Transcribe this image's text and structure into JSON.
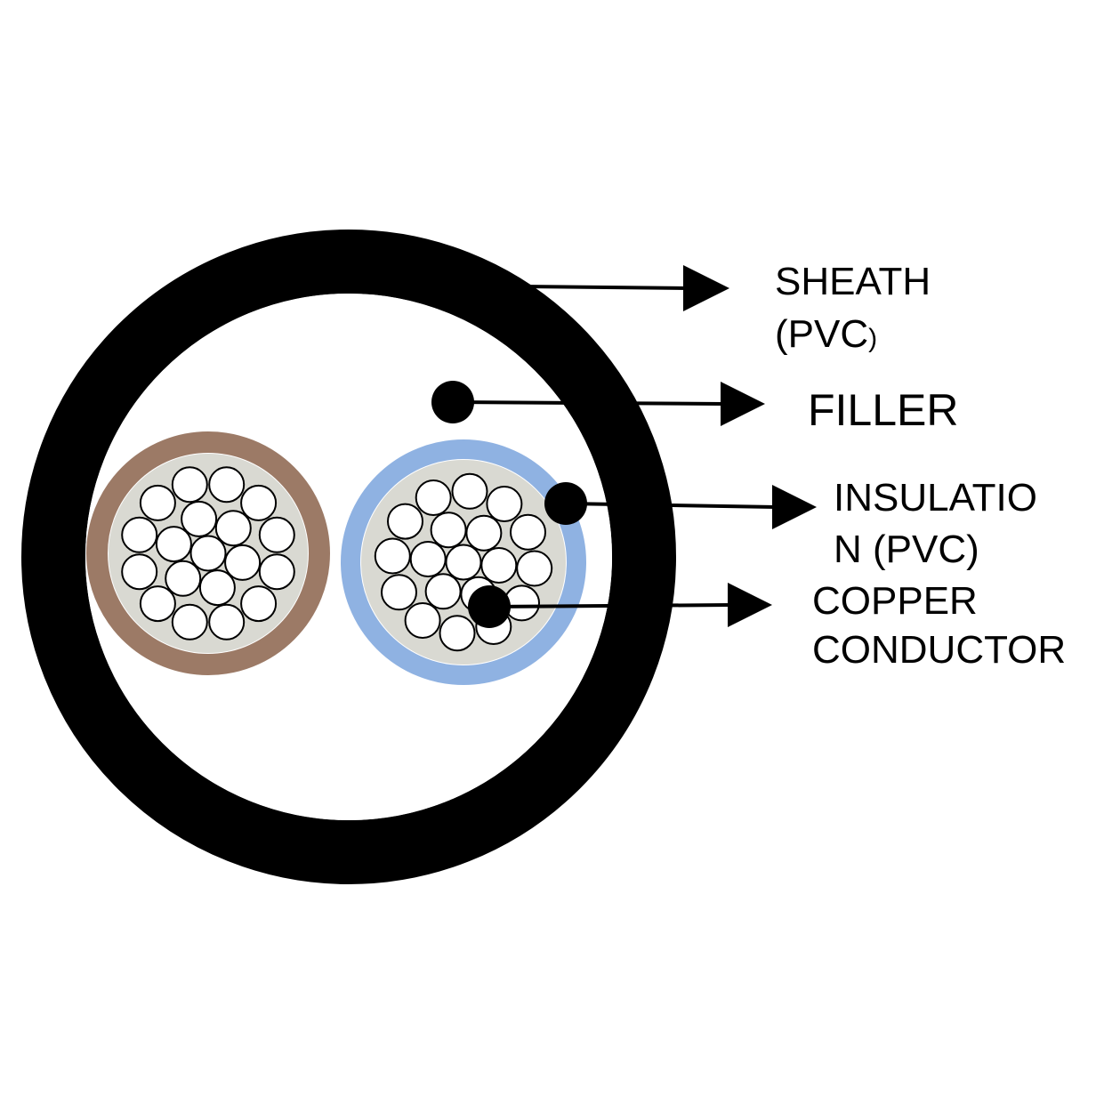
{
  "labels": {
    "sheath_line1": "SHEATH",
    "sheath_line2a": "(PVC",
    "sheath_line2b": ")",
    "filler": "FILLER",
    "insulation_line1": "INSULATIO",
    "insulation_line2": "N (PVC)",
    "conductor_line1": "COPPER",
    "conductor_line2": "CONDUCTOR"
  },
  "colors": {
    "sheath": "#000000",
    "filler": "#ffffff",
    "core_left_insulation": "#9c7a66",
    "core_right_insulation": "#8fb2e2",
    "conductor_bed": "#d9d9d2",
    "strand_fill": "#ffffff",
    "strand_stroke": "#000000"
  },
  "cores": [
    {
      "name": "brown-core",
      "insulation_color": "#9c7a66",
      "strand_count": 19
    },
    {
      "name": "blue-core",
      "insulation_color": "#8fb2e2",
      "strand_count": 19
    }
  ]
}
